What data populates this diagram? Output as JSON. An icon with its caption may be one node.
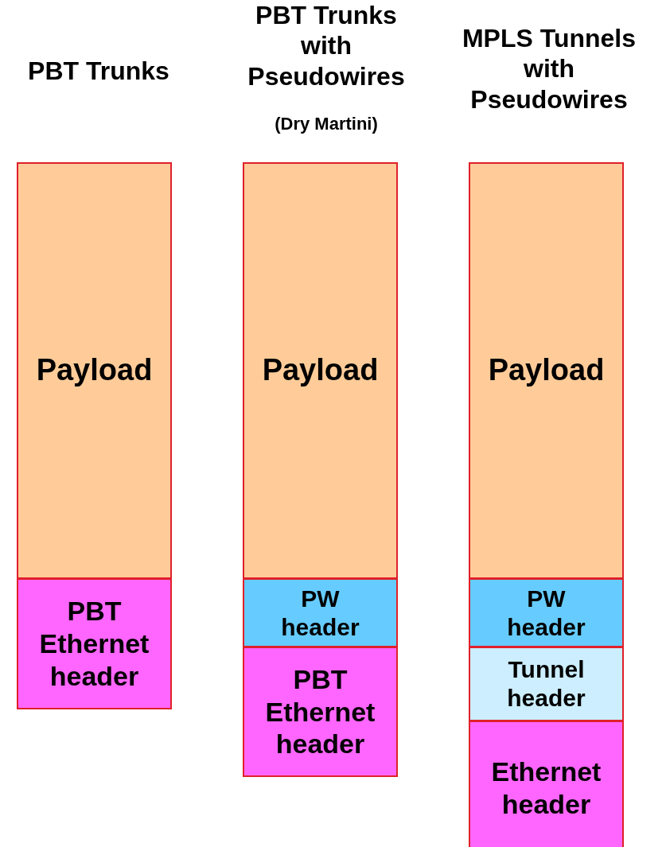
{
  "diagram": {
    "nodes": [
      {
        "text": [
          "Payload"
        ]
      },
      {
        "text": [
          "PBT Ethernet header"
        ]
      },
      {
        "text": [
          "Payload"
        ]
      },
      {
        "text": [
          "PW header"
        ]
      },
      {
        "text": [
          "PBT Ethernet header"
        ]
      },
      {
        "text": [
          "Payload"
        ]
      },
      {
        "text": [
          "PW header"
        ]
      },
      {
        "text": [
          "Tunnel header"
        ]
      },
      {
        "text": [
          "Ethernet header"
        ]
      }
    ],
    "labels": [
      "PBT Trunks",
      "PBT Trunks with Pseudowires",
      "(Dry Martini)",
      "MPLS Tunnels with Pseudowires"
    ]
  }
}
